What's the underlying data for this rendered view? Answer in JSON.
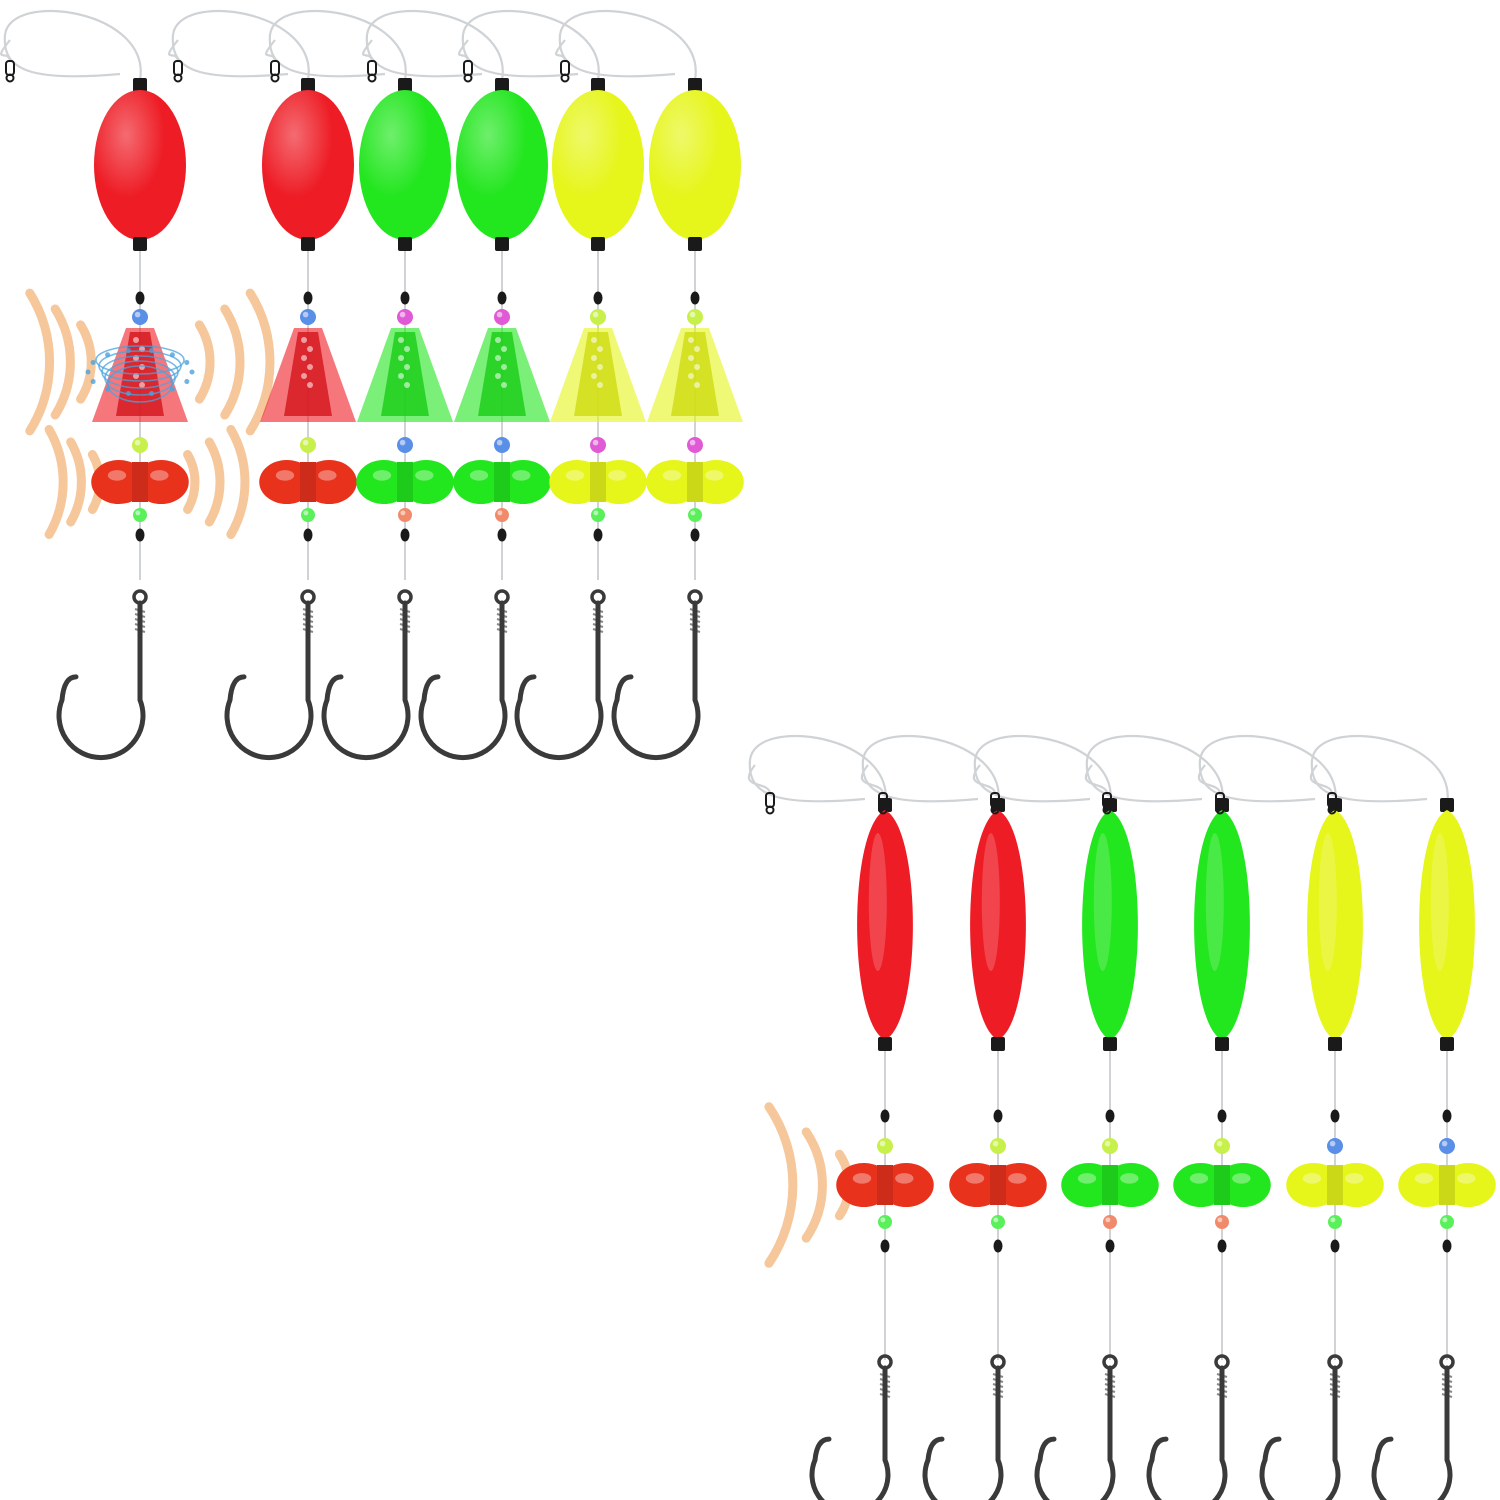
{
  "background": "#ffffff",
  "colors": {
    "leader_line": "#cfd3d6",
    "hardware": "#1a1a1a",
    "hook": "#3a3a3a",
    "sound_waves": "#f6c79a",
    "water_splash": "#4aa3df",
    "red": "#ee1c25",
    "red_rattle": "#e8321c",
    "green": "#22e61e",
    "yellow": "#e6f51a",
    "bead_blue": "#5a8fe8",
    "bead_pink": "#e05ad6",
    "bead_lime": "#c8f04a",
    "bead_salmon": "#f08a6a",
    "bead_green": "#5af05a"
  },
  "sets": [
    {
      "name": "oval-float-rig-set",
      "float_shape": "oval",
      "has_popping_cone": true,
      "rigs": [
        {
          "float": "red",
          "cone": "red",
          "top_bead": "bead_blue",
          "mid_bead": "bead_lime",
          "bottom_bead": "bead_green",
          "rattle": "red_rattle",
          "highlighted": true
        },
        {
          "float": "red",
          "cone": "red",
          "top_bead": "bead_blue",
          "mid_bead": "bead_lime",
          "bottom_bead": "bead_green",
          "rattle": "red_rattle",
          "highlighted": false
        },
        {
          "float": "green",
          "cone": "green",
          "top_bead": "bead_pink",
          "mid_bead": "bead_blue",
          "bottom_bead": "bead_salmon",
          "rattle": "green",
          "highlighted": false
        },
        {
          "float": "green",
          "cone": "green",
          "top_bead": "bead_pink",
          "mid_bead": "bead_blue",
          "bottom_bead": "bead_salmon",
          "rattle": "green",
          "highlighted": false
        },
        {
          "float": "yellow",
          "cone": "yellow",
          "top_bead": "bead_lime",
          "mid_bead": "bead_pink",
          "bottom_bead": "bead_green",
          "rattle": "yellow",
          "highlighted": false
        },
        {
          "float": "yellow",
          "cone": "yellow",
          "top_bead": "bead_lime",
          "mid_bead": "bead_pink",
          "bottom_bead": "bead_green",
          "rattle": "yellow",
          "highlighted": false
        }
      ]
    },
    {
      "name": "cigar-float-rig-set",
      "float_shape": "cigar",
      "has_popping_cone": false,
      "rigs": [
        {
          "float": "red",
          "top_bead": "bead_lime",
          "bottom_bead": "bead_green",
          "rattle": "red_rattle",
          "highlighted": true
        },
        {
          "float": "red",
          "top_bead": "bead_lime",
          "bottom_bead": "bead_green",
          "rattle": "red_rattle",
          "highlighted": false
        },
        {
          "float": "green",
          "top_bead": "bead_lime",
          "bottom_bead": "bead_salmon",
          "rattle": "green",
          "highlighted": false
        },
        {
          "float": "green",
          "top_bead": "bead_lime",
          "bottom_bead": "bead_salmon",
          "rattle": "green",
          "highlighted": false
        },
        {
          "float": "yellow",
          "top_bead": "bead_blue",
          "bottom_bead": "bead_green",
          "rattle": "yellow",
          "highlighted": false
        },
        {
          "float": "yellow",
          "top_bead": "bead_blue",
          "bottom_bead": "bead_green",
          "rattle": "yellow",
          "highlighted": false
        }
      ]
    }
  ]
}
